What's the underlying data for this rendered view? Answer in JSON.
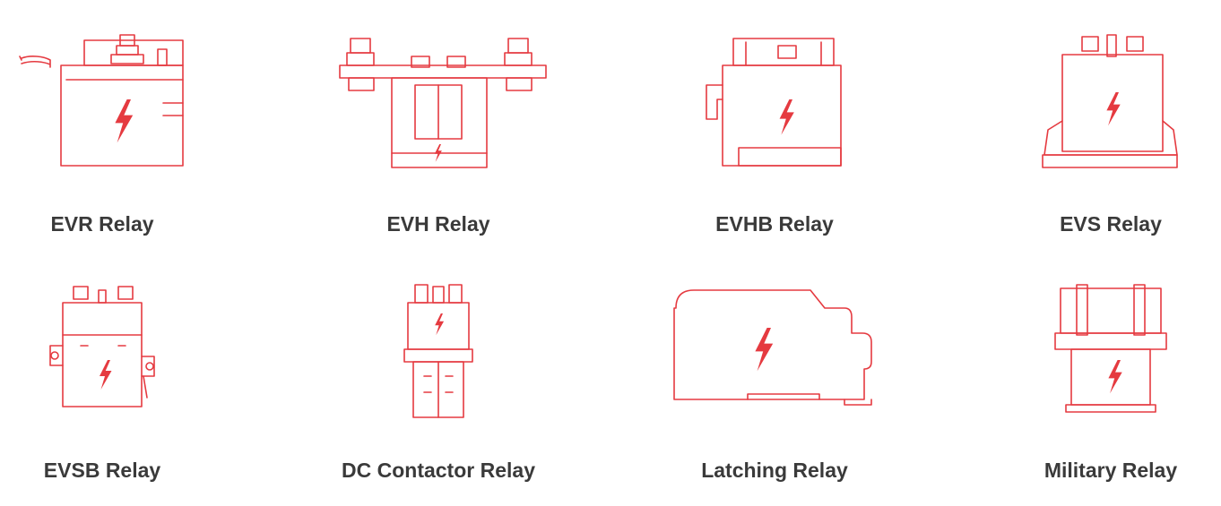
{
  "products": [
    {
      "name": "EVR Relay",
      "icon": "evr-relay-icon"
    },
    {
      "name": "EVH Relay",
      "icon": "evh-relay-icon"
    },
    {
      "name": "EVHB Relay",
      "icon": "evhb-relay-icon"
    },
    {
      "name": "EVS Relay",
      "icon": "evs-relay-icon"
    },
    {
      "name": "EVSB Relay",
      "icon": "evsb-relay-icon"
    },
    {
      "name": "DC Contactor Relay",
      "icon": "dc-contactor-relay-icon"
    },
    {
      "name": "Latching Relay",
      "icon": "latching-relay-icon"
    },
    {
      "name": "Military Relay",
      "icon": "military-relay-icon"
    }
  ],
  "colors": {
    "accent": "#e53a40",
    "label_text": "#3a3a3a",
    "background": "#ffffff"
  }
}
